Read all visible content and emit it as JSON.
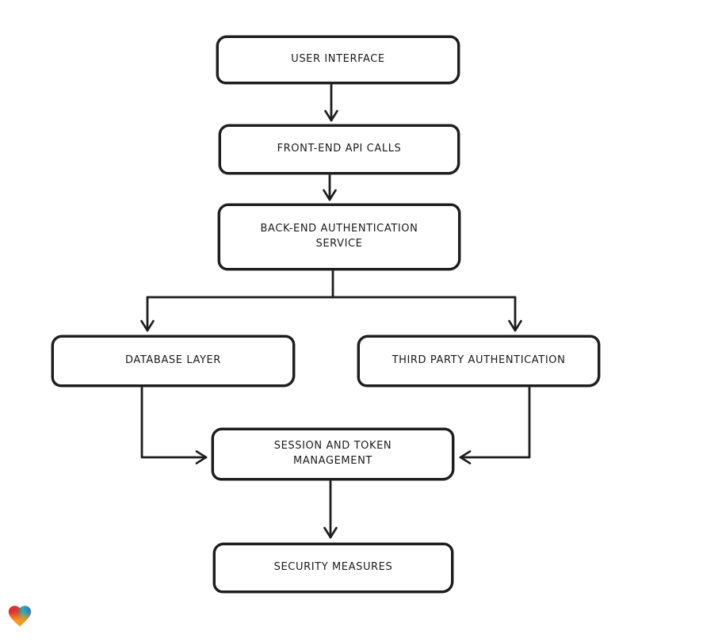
{
  "diagram": {
    "type": "flowchart",
    "style": "hand-drawn",
    "colors": {
      "stroke": "#1d1d1d",
      "node_fill": "#ffffff",
      "background": "#ffffff",
      "text": "#1a1a1a"
    },
    "nodes": [
      {
        "id": "user-interface",
        "label": "USER INTERFACE"
      },
      {
        "id": "front-end-api-calls",
        "label": "FRONT-END API CALLS"
      },
      {
        "id": "back-end-authentication-service",
        "label": "BACK-END AUTHENTICATION\nSERVICE"
      },
      {
        "id": "database-layer",
        "label": "DATABASE LAYER"
      },
      {
        "id": "third-party-authentication",
        "label": "THIRD PARTY AUTHENTICATION"
      },
      {
        "id": "session-and-token-management",
        "label": "SESSION AND TOKEN\nMANAGEMENT"
      },
      {
        "id": "security-measures",
        "label": "SECURITY MEASURES"
      }
    ],
    "edges": [
      {
        "from": "user-interface",
        "to": "front-end-api-calls"
      },
      {
        "from": "front-end-api-calls",
        "to": "back-end-authentication-service"
      },
      {
        "from": "back-end-authentication-service",
        "to": "database-layer"
      },
      {
        "from": "back-end-authentication-service",
        "to": "third-party-authentication"
      },
      {
        "from": "database-layer",
        "to": "session-and-token-management"
      },
      {
        "from": "third-party-authentication",
        "to": "session-and-token-management"
      },
      {
        "from": "session-and-token-management",
        "to": "security-measures"
      }
    ]
  },
  "branding": {
    "logo": "gradient-heart",
    "logo_colors": {
      "red": "#e5242b",
      "teal": "#29b3ab",
      "blue": "#2e6ee0",
      "orange": "#f59a1f"
    }
  }
}
